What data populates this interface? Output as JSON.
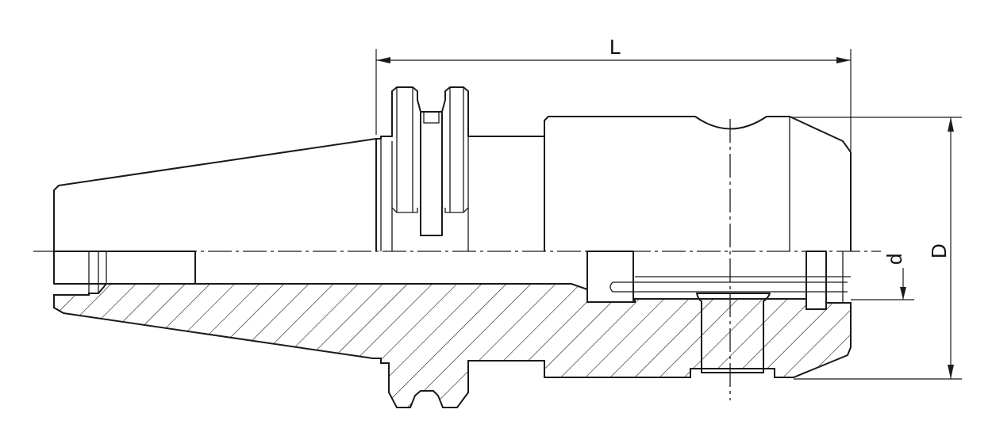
{
  "dimensions": {
    "length_label": "L",
    "outer_diameter_label": "D",
    "bore_diameter_label": "d"
  },
  "colors": {
    "line": "#1a1a1a",
    "background": "#ffffff"
  }
}
